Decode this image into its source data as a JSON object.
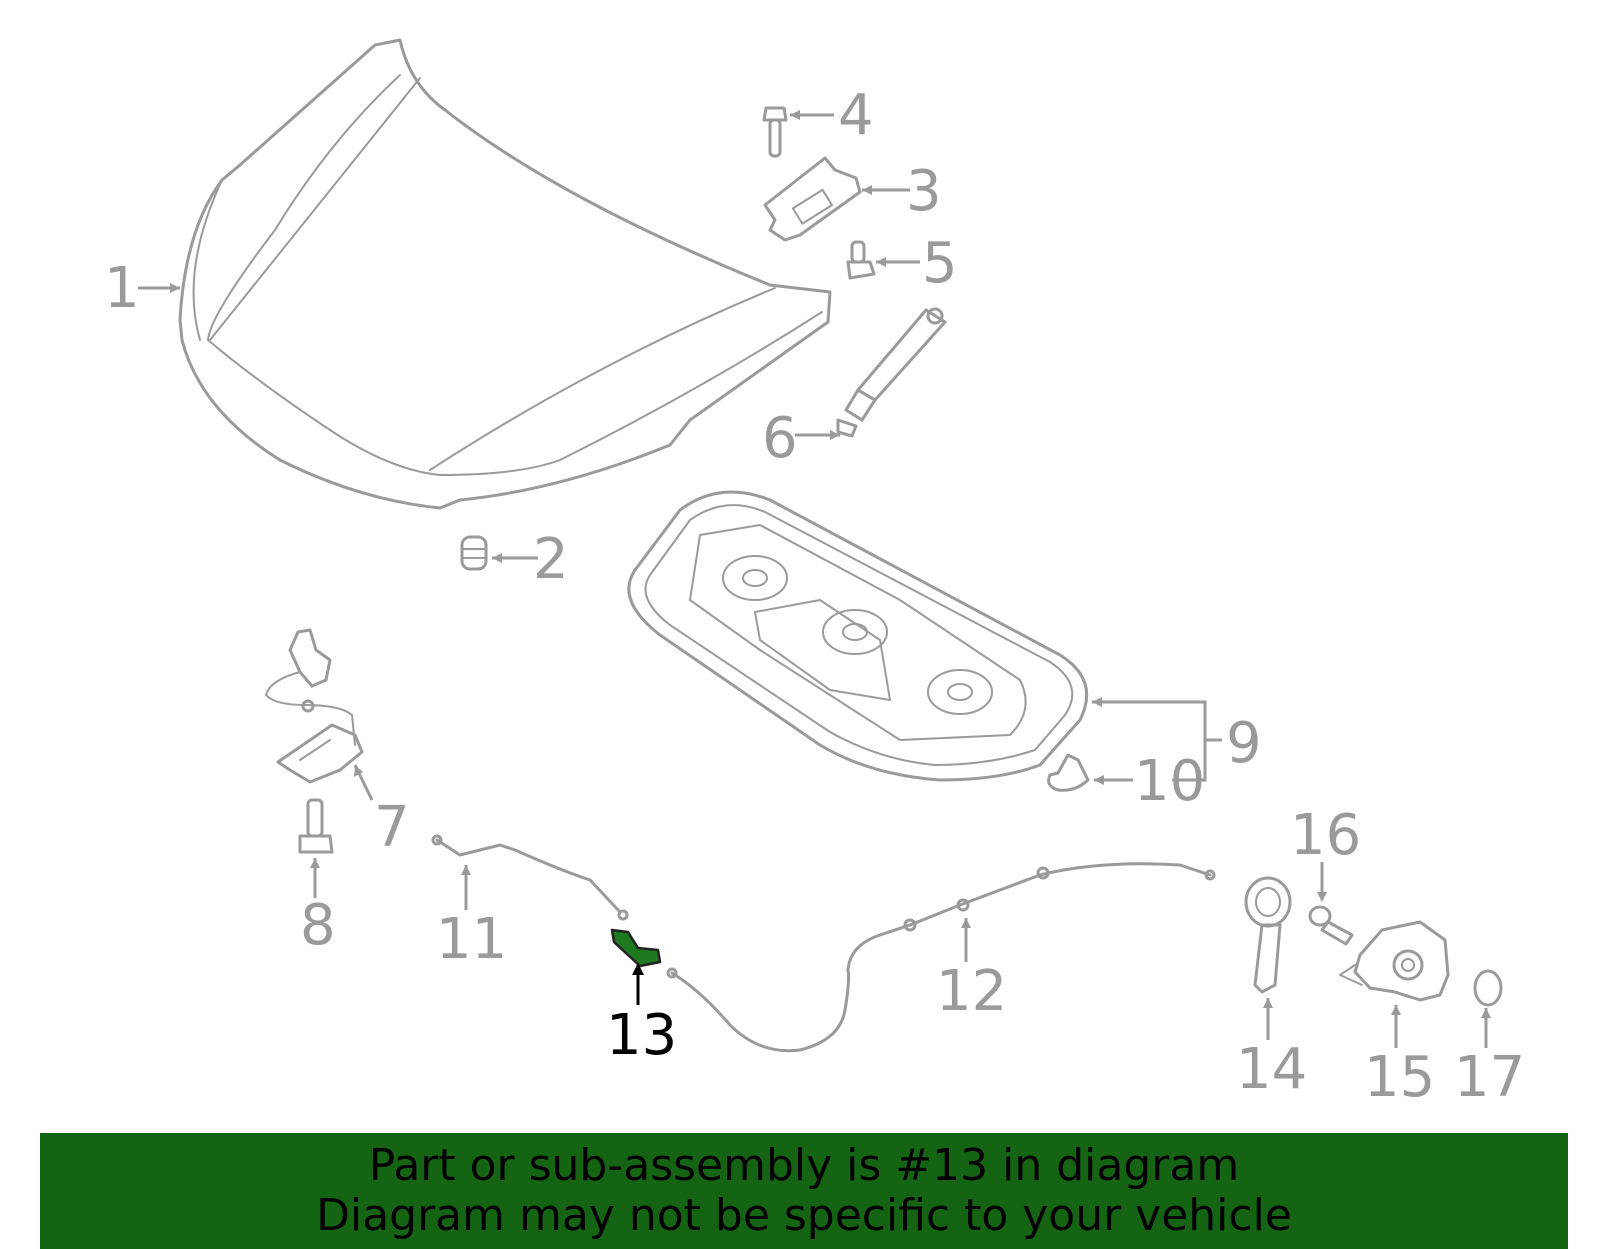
{
  "callouts": [
    {
      "id": "1",
      "label": "1",
      "active": false
    },
    {
      "id": "2",
      "label": "2",
      "active": false
    },
    {
      "id": "3",
      "label": "3",
      "active": false
    },
    {
      "id": "4",
      "label": "4",
      "active": false
    },
    {
      "id": "5",
      "label": "5",
      "active": false
    },
    {
      "id": "6",
      "label": "6",
      "active": false
    },
    {
      "id": "7",
      "label": "7",
      "active": false
    },
    {
      "id": "8",
      "label": "8",
      "active": false
    },
    {
      "id": "9",
      "label": "9",
      "active": false
    },
    {
      "id": "10",
      "label": "10",
      "active": false
    },
    {
      "id": "11",
      "label": "11",
      "active": false
    },
    {
      "id": "12",
      "label": "12",
      "active": false
    },
    {
      "id": "13",
      "label": "13",
      "active": true
    },
    {
      "id": "14",
      "label": "14",
      "active": false
    },
    {
      "id": "15",
      "label": "15",
      "active": false
    },
    {
      "id": "16",
      "label": "16",
      "active": false
    },
    {
      "id": "17",
      "label": "17",
      "active": false
    }
  ],
  "banner": {
    "line1": "Part or sub-assembly is #13 in diagram",
    "line2": "Diagram may not be specific to your vehicle"
  },
  "colors": {
    "line_art": "#9a9a9a",
    "highlight_part": "#1f7a1f",
    "banner_bg": "#146414",
    "active_label": "#000000"
  }
}
